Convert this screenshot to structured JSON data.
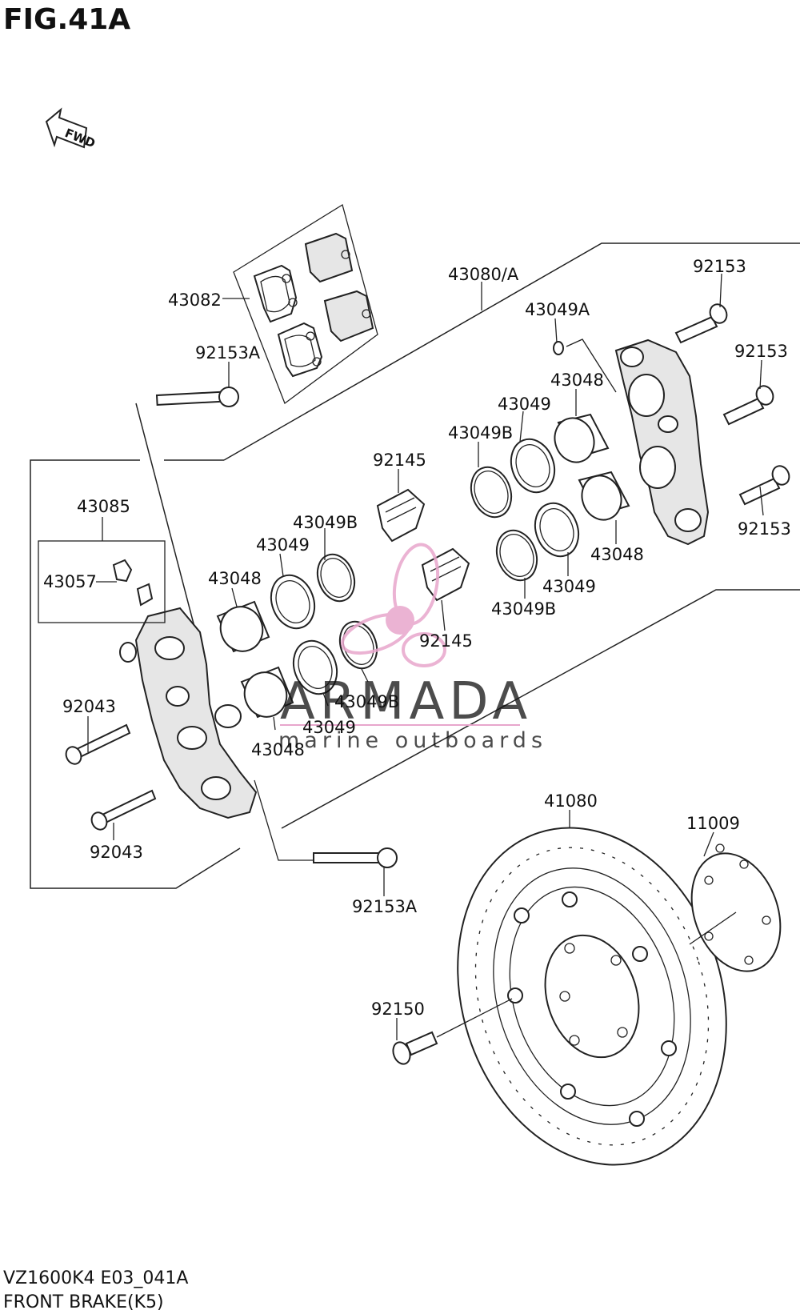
{
  "figure": {
    "title": "FIG.41A"
  },
  "fwd_label": "FWD",
  "footer": {
    "model_code": "VZ1600K4 E03_041A",
    "section": "FRONT BRAKE(K5)"
  },
  "watermark": {
    "brand": "ARMADA",
    "tagline": "marine outboards",
    "logo_color": "#e8a6cc"
  },
  "parts": [
    {
      "id": "p-43082",
      "label": "43082"
    },
    {
      "id": "p-92153a-top",
      "label": "92153A"
    },
    {
      "id": "p-43080a",
      "label": "43080/A"
    },
    {
      "id": "p-43049a",
      "label": "43049A"
    },
    {
      "id": "p-92153-1",
      "label": "92153"
    },
    {
      "id": "p-92153-2",
      "label": "92153"
    },
    {
      "id": "p-92153-3",
      "label": "92153"
    },
    {
      "id": "p-43048-r1",
      "label": "43048"
    },
    {
      "id": "p-43049-r1",
      "label": "43049"
    },
    {
      "id": "p-43049b-r1",
      "label": "43049B"
    },
    {
      "id": "p-92145-1",
      "label": "92145"
    },
    {
      "id": "p-43048-r2",
      "label": "43048"
    },
    {
      "id": "p-43049-r2",
      "label": "43049"
    },
    {
      "id": "p-43049b-r2",
      "label": "43049B"
    },
    {
      "id": "p-43085",
      "label": "43085"
    },
    {
      "id": "p-43057",
      "label": "43057"
    },
    {
      "id": "p-43049b-l1",
      "label": "43049B"
    },
    {
      "id": "p-43049-l1",
      "label": "43049"
    },
    {
      "id": "p-43048-l1",
      "label": "43048"
    },
    {
      "id": "p-92145-2",
      "label": "92145"
    },
    {
      "id": "p-43049b-l2",
      "label": "43049B"
    },
    {
      "id": "p-43049-l2",
      "label": "43049"
    },
    {
      "id": "p-43048-l2",
      "label": "43048"
    },
    {
      "id": "p-92043-1",
      "label": "92043"
    },
    {
      "id": "p-92043-2",
      "label": "92043"
    },
    {
      "id": "p-92153a-bot",
      "label": "92153A"
    },
    {
      "id": "p-41080",
      "label": "41080"
    },
    {
      "id": "p-11009",
      "label": "11009"
    },
    {
      "id": "p-92150",
      "label": "92150"
    }
  ]
}
